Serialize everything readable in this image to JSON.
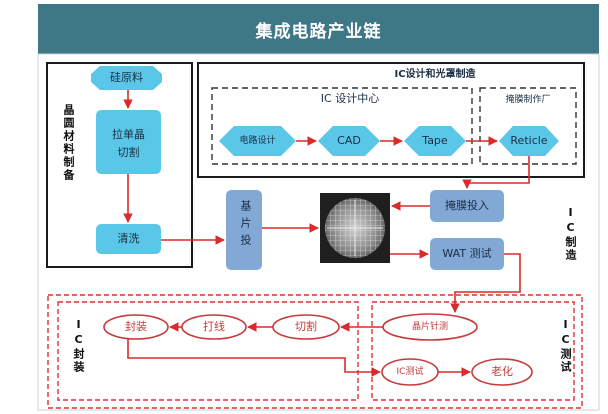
{
  "title": "集成电路产业链",
  "colors": {
    "header_bg": "#3e7786",
    "node_fill": "#5bc7e8",
    "node_fill_blue": "#82a8d6",
    "arrow_red": "#d92b2b",
    "oval_red": "#c73a3a"
  },
  "materials": {
    "label": "晶圆材料制备",
    "nodes": [
      "硅原料",
      "拉单晶",
      "切割",
      "清洗"
    ]
  },
  "design_mask": {
    "label": "IC设计和光罩制造",
    "design_center_label": "IC 设计中心",
    "design_nodes": [
      "电路设计",
      "CAD",
      "Tape"
    ],
    "mask_factory_label": "掩膜制作厂",
    "mask_node": "Reticle"
  },
  "manufacturing": {
    "label": "IC制造",
    "substrate_node": "基片投",
    "mask_input_node": "掩膜投入",
    "wafer_icon": "wafer-image",
    "wat_node": "WAT 测试"
  },
  "packaging": {
    "label": "IC封装",
    "nodes": [
      "封装",
      "打线",
      "切割"
    ]
  },
  "testing": {
    "label": "IC测试",
    "nodes": [
      "晶片针测",
      "IC测试",
      "老化"
    ]
  }
}
